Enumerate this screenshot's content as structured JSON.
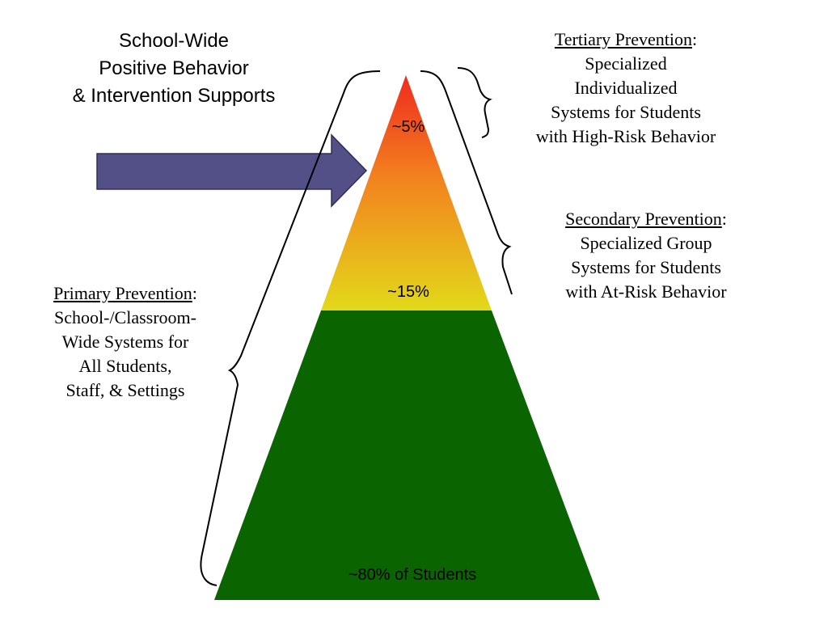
{
  "title": {
    "lines": [
      "School-Wide",
      "Positive Behavior",
      "& Intervention Supports"
    ]
  },
  "tiers": {
    "tertiary": {
      "heading": "Tertiary Prevention",
      "lines": [
        "Specialized",
        "Individualized",
        "Systems for Students",
        "with High-Risk Behavior"
      ],
      "percent": "~5%"
    },
    "secondary": {
      "heading": "Secondary Prevention",
      "lines": [
        "Specialized Group",
        "Systems for Students",
        "with At-Risk Behavior"
      ],
      "percent": "~15%"
    },
    "primary": {
      "heading": "Primary Prevention",
      "lines": [
        "School-/Classroom-",
        "Wide Systems for",
        "All Students,",
        "Staff, & Settings"
      ],
      "percent": "~80% of Students"
    }
  },
  "colors": {
    "red": "#f02a1e",
    "orange": "#f2841e",
    "yellow": "#e2d91a",
    "green": "#0a6400",
    "arrow": "#535087",
    "arrow_stroke": "#2f2d5a"
  }
}
